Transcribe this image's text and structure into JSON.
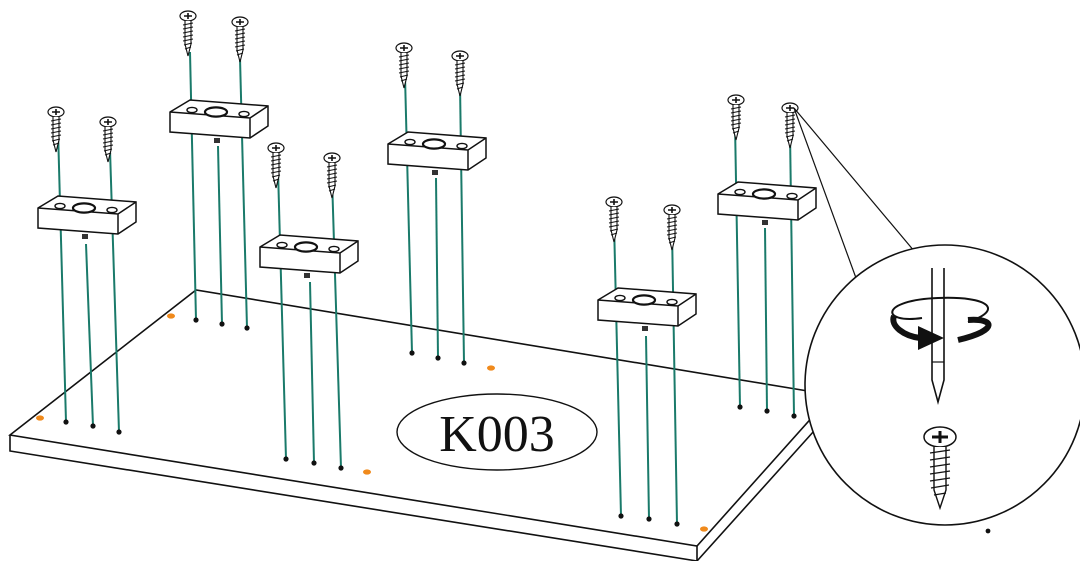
{
  "diagram": {
    "part_label": "K003",
    "colors": {
      "line": "#111111",
      "guide_line": "#1a7a6a",
      "marker": "#f08a1c",
      "background": "#ffffff"
    },
    "blocks": [
      {
        "id": "block-1",
        "screws": 2
      },
      {
        "id": "block-2",
        "screws": 2
      },
      {
        "id": "block-3",
        "screws": 2
      },
      {
        "id": "block-4",
        "screws": 2
      },
      {
        "id": "block-5",
        "screws": 2
      },
      {
        "id": "block-6",
        "screws": 2
      }
    ],
    "detail_callout": {
      "tool": "screwdriver-icon",
      "rotation": "rotate-clockwise-icon",
      "fastener": "screw-icon"
    }
  }
}
